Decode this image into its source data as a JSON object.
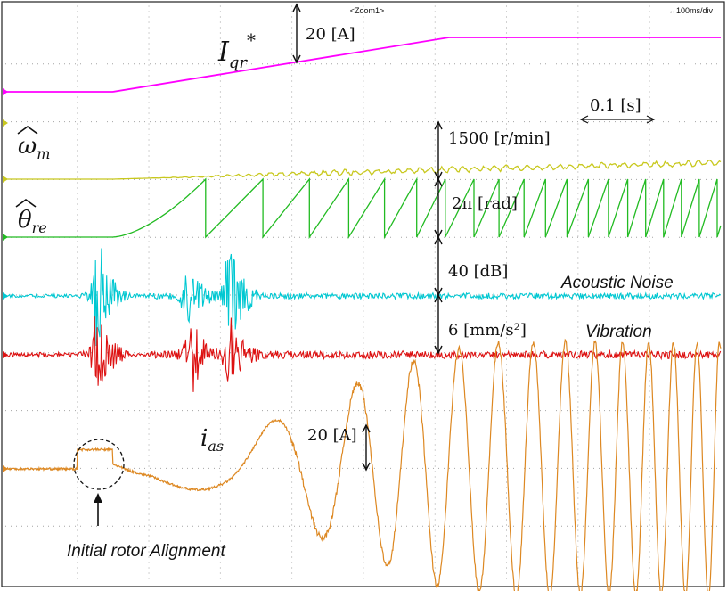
{
  "chart_data": {
    "type": "line",
    "instrument": {
      "zoom_label": "<Zoom1>",
      "timebase_label": "↔100ms/div",
      "grid": true,
      "x_divisions": 10,
      "y_divisions": 10
    },
    "x_unit": "s",
    "x_range": [
      0,
      1.0
    ],
    "series": [
      {
        "symbol": "I_qr*",
        "color": "#ff00ff",
        "marker": "1",
        "scale_label": "20 [A]",
        "x": [
          0,
          0.15,
          0.62,
          1.0
        ],
        "values": [
          0,
          0,
          20,
          20
        ]
      },
      {
        "symbol": "ω̂_m",
        "color": "#c8c81e",
        "marker": "2",
        "scale_label": "1500 [r/min]",
        "x": [
          0,
          0.15,
          0.25,
          0.35,
          0.45,
          0.55,
          0.65,
          0.75,
          0.85,
          0.95,
          1.0
        ],
        "values": [
          0,
          0,
          50,
          110,
          160,
          210,
          260,
          310,
          360,
          400,
          420
        ]
      },
      {
        "symbol": "θ̂_re",
        "color": "#22bb22",
        "marker": "3",
        "scale_label": "2π [rad]",
        "wrap_times": [
          0.28,
          0.36,
          0.425,
          0.48,
          0.53,
          0.575,
          0.615,
          0.655,
          0.69,
          0.725,
          0.755,
          0.785,
          0.815,
          0.843,
          0.87,
          0.895,
          0.92,
          0.945,
          0.97,
          0.995
        ],
        "start_time": 0.15,
        "range": [
          0,
          6.283
        ]
      },
      {
        "symbol": "Acoustic Noise",
        "color": "#00c8d2",
        "marker": "4",
        "scale_label": "40 [dB]",
        "bursts": [
          {
            "t": 0.13,
            "amplitude": 36
          },
          {
            "t": 0.255,
            "amplitude": 22
          },
          {
            "t": 0.315,
            "amplitude": 38
          }
        ],
        "baseline_amplitude": 2
      },
      {
        "symbol": "Vibration",
        "color": "#dd1111",
        "marker": "5",
        "scale_label": "6 [mm/s²]",
        "bursts": [
          {
            "t": 0.13,
            "amplitude": 4.5
          },
          {
            "t": 0.26,
            "amplitude": 3.8
          },
          {
            "t": 0.315,
            "amplitude": 3.5
          }
        ],
        "baseline_amplitude": 0.4
      },
      {
        "symbol": "i_as",
        "color": "#dd8822",
        "marker": "6",
        "scale_label": "20 [A]",
        "x": [
          0,
          0.1,
          0.2,
          0.3,
          0.4,
          0.5,
          0.6,
          0.7,
          0.8,
          0.9,
          1.0
        ],
        "amplitude": [
          0,
          8,
          4,
          10,
          20,
          32,
          42,
          46,
          46,
          46,
          46
        ]
      }
    ],
    "annotations": [
      {
        "text": "0.1 [s]"
      },
      {
        "text": "Initial rotor Alignment"
      }
    ]
  }
}
